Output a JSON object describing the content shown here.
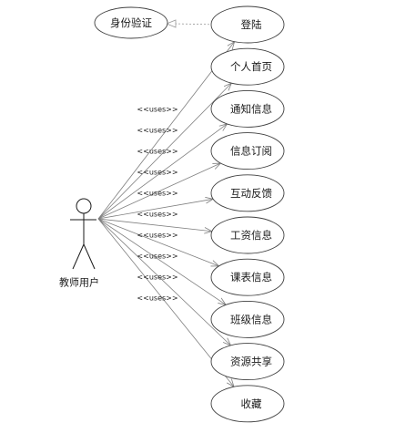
{
  "diagram": {
    "type": "uml-use-case",
    "actor": {
      "label": "教师用户"
    },
    "auth": {
      "label": "身份验证"
    },
    "stereotype": "<<uses>>",
    "use_cases": [
      {
        "id": "login",
        "label": "登陆"
      },
      {
        "id": "profile",
        "label": "个人首页"
      },
      {
        "id": "notice",
        "label": "通知信息"
      },
      {
        "id": "subscribe",
        "label": "信息订阅"
      },
      {
        "id": "feedback",
        "label": "互动反馈"
      },
      {
        "id": "salary",
        "label": "工资信息"
      },
      {
        "id": "schedule",
        "label": "课表信息"
      },
      {
        "id": "class",
        "label": "班级信息"
      },
      {
        "id": "resources",
        "label": "资源共享"
      },
      {
        "id": "favorites",
        "label": "收藏"
      }
    ],
    "relations": [
      {
        "from": "login",
        "to": "auth",
        "kind": "dependency"
      }
    ]
  }
}
